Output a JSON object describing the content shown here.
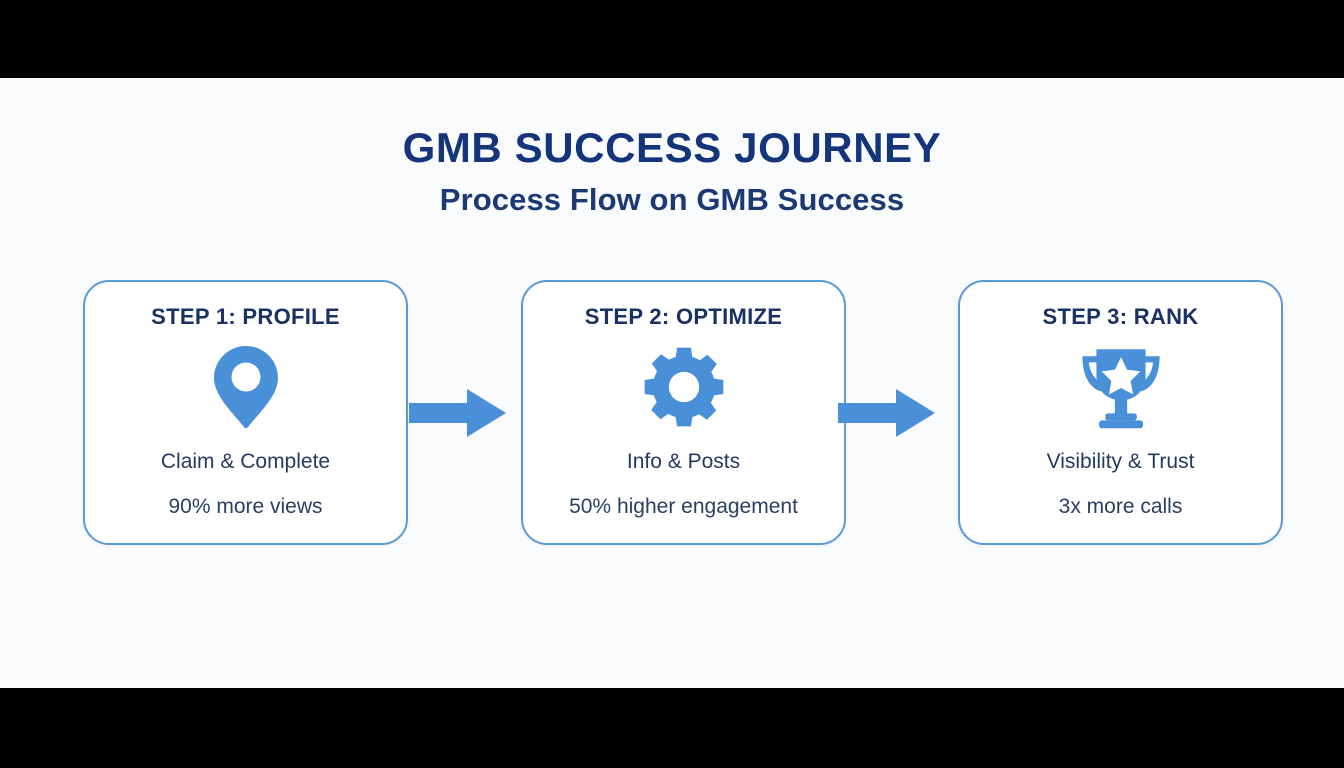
{
  "slide": {
    "background_color": "#fafbfc",
    "letterbox_color": "#000000",
    "accent_color": "#4a90d9",
    "navy_color": "#14357a",
    "title": "GMB SUCCESS JOURNEY",
    "subtitle": "Process Flow on GMB Success"
  },
  "steps": [
    {
      "title": "STEP 1: PROFILE",
      "icon": "location-pin-icon",
      "caption": "Claim & Complete",
      "metric": "90% more views"
    },
    {
      "title": "STEP 2: OPTIMIZE",
      "icon": "gear-icon",
      "caption": "Info & Posts",
      "metric": "50% higher engagement"
    },
    {
      "title": "STEP 3: RANK",
      "icon": "trophy-star-icon",
      "caption": "Visibility & Trust",
      "metric": "3x more calls"
    }
  ],
  "connectors": [
    {
      "icon": "arrow-right-icon"
    },
    {
      "icon": "arrow-right-icon"
    }
  ]
}
